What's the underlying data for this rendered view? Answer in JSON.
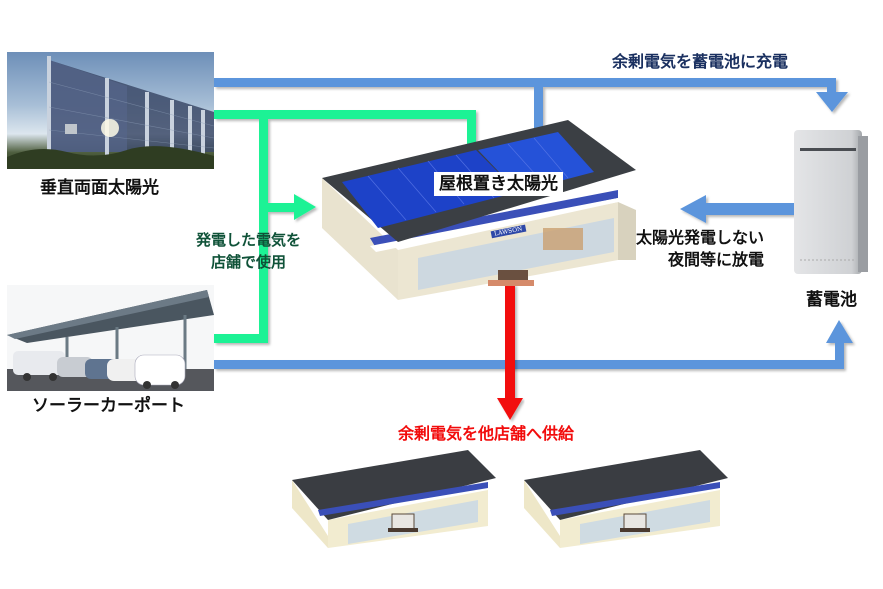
{
  "sources": {
    "vertical_bifacial": {
      "label": "垂直両面太陽光"
    },
    "carport": {
      "label": "ソーラーカーポート"
    },
    "rooftop": {
      "label": "屋根置き太陽光"
    }
  },
  "battery": {
    "label": "蓄電池"
  },
  "flows": {
    "charge_surplus": {
      "label": "余剰電気を蓄電池に充電",
      "color": "#5b95dc"
    },
    "use_in_store": {
      "line1": "発電した電気を",
      "line2": "店舗で使用",
      "color": "#1ff295",
      "text_color": "#0f5238"
    },
    "discharge_night": {
      "line1": "太陽光発電しない",
      "line2": "夜間等に放電",
      "color": "#5b95dc"
    },
    "supply_other_stores": {
      "label": "余剰電気を他店舗へ供給",
      "color": "#f20c0c"
    }
  },
  "store": {
    "sign": "LAWSON"
  },
  "colors": {
    "blue_line": "#5b95dc",
    "green_line": "#1ff295",
    "red_arrow": "#f20c0c",
    "label_navy": "#1a3060",
    "label_dark": "#111111"
  }
}
